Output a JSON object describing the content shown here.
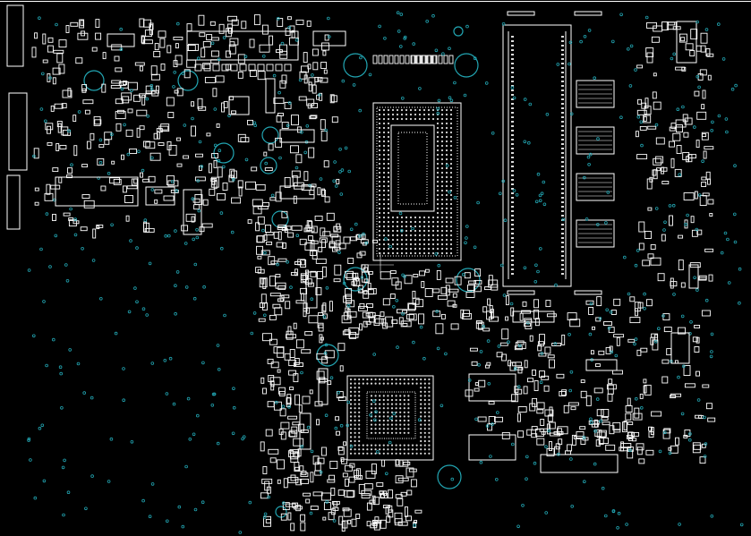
{
  "view": {
    "title": "",
    "background": "#000000",
    "outline_color": "#ffffff",
    "pad_color": "#e8e8e8",
    "via_color": "#22a6b3"
  },
  "components": {
    "bga_packages": [
      "cpu-bga",
      "pch-bga"
    ],
    "memory_chips": 6,
    "dimm_slots": 1
  }
}
